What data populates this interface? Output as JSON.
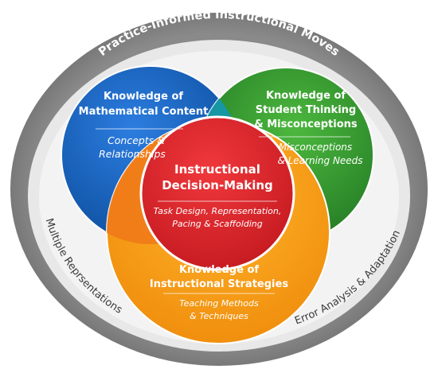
{
  "outer_ring": {
    "label_top": "Practice-Informed Instructional Moves",
    "label_left": "Multiple Reprsentations",
    "label_right": "Error Analysis & Adaptation"
  },
  "circles": {
    "math_content": {
      "title_line1": "Knowledge of",
      "title_line2": "Mathematical Content",
      "sub_line1": "Concepts &",
      "sub_line2": "Relationships",
      "color": "#1560b8"
    },
    "student_thinking": {
      "title_line1": "Knowledge of",
      "title_line2": "Student Thinking",
      "title_line3": "& Misconceptions",
      "sub_line1": "Misconceptions",
      "sub_line2": "& Learning Needs",
      "color": "#2f9a30"
    },
    "strategies": {
      "title_line1": "Knowledge of",
      "title_line2": "Instructional Strategies",
      "sub_line1": "Teaching Methods",
      "sub_line2": "& Techniques",
      "color": "#f39a12"
    },
    "center": {
      "title_line1": "Instructional",
      "title_line2": "Decision-Making",
      "sub_line1": "Task Design, Representation,",
      "sub_line2": "Pacing & Scaffolding",
      "color": "#e0242a"
    }
  },
  "colors": {
    "ring_dark": "#7c7c7c",
    "ring_light": "#e6e6e6",
    "overlap_teal": "#1a9aa6"
  }
}
